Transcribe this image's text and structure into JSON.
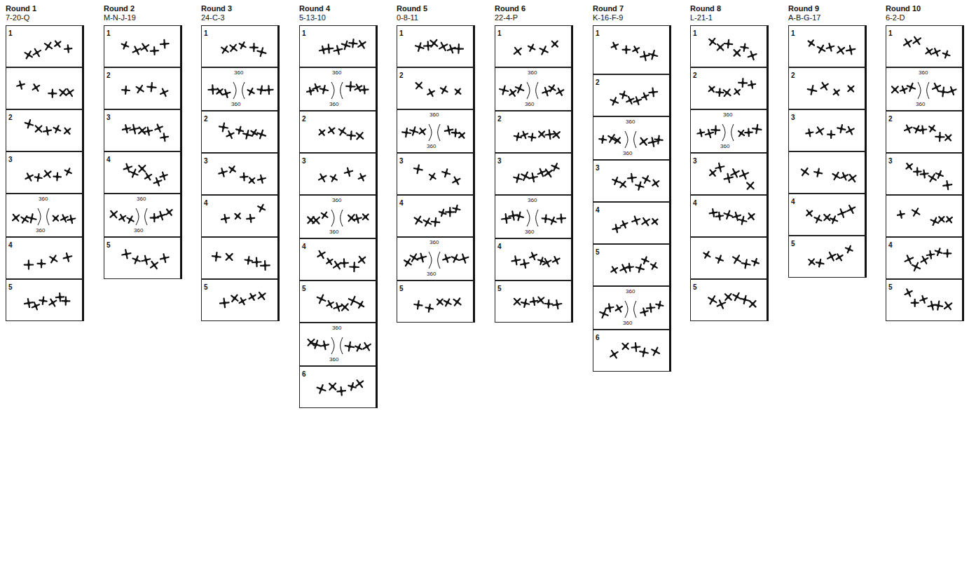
{
  "diagram": {
    "nodes": [
      {
        "text": [
          "1"
        ]
      },
      {
        "text": [
          "2"
        ]
      },
      {
        "text": [
          "3"
        ]
      },
      {
        "text": [
          "4"
        ]
      },
      {
        "text": [
          "5"
        ]
      },
      {
        "text": [
          "1"
        ]
      },
      {
        "text": [
          "2"
        ]
      },
      {
        "text": [
          "3"
        ]
      },
      {
        "text": [
          "4"
        ]
      },
      {
        "text": [
          "5"
        ]
      },
      {
        "text": [
          "1"
        ]
      },
      {
        "text": [
          "2"
        ]
      },
      {
        "text": [
          "3"
        ]
      },
      {
        "text": [
          "4"
        ]
      },
      {
        "text": [
          "5"
        ]
      },
      {
        "text": [
          "1"
        ]
      },
      {
        "text": [
          "2"
        ]
      },
      {
        "text": [
          "3"
        ]
      },
      {
        "text": [
          "4"
        ]
      },
      {
        "text": [
          "5"
        ]
      },
      {
        "text": [
          "6"
        ]
      },
      {
        "text": [
          "1"
        ]
      },
      {
        "text": [
          "2"
        ]
      },
      {
        "text": [
          "3"
        ]
      },
      {
        "text": [
          "4"
        ]
      },
      {
        "text": [
          "5"
        ]
      },
      {
        "text": [
          "1"
        ]
      },
      {
        "text": [
          "2"
        ]
      },
      {
        "text": [
          "3"
        ]
      },
      {
        "text": [
          "4"
        ]
      },
      {
        "text": [
          "5"
        ]
      },
      {
        "text": [
          "1"
        ]
      },
      {
        "text": [
          "2"
        ]
      },
      {
        "text": [
          "3"
        ]
      },
      {
        "text": [
          "4"
        ]
      },
      {
        "text": [
          "5"
        ]
      },
      {
        "text": [
          "6"
        ]
      },
      {
        "text": [
          "1"
        ]
      },
      {
        "text": [
          "2"
        ]
      },
      {
        "text": [
          "3"
        ]
      },
      {
        "text": [
          "4"
        ]
      },
      {
        "text": [
          "5"
        ]
      },
      {
        "text": [
          "1"
        ]
      },
      {
        "text": [
          "2"
        ]
      },
      {
        "text": [
          "3"
        ]
      },
      {
        "text": [
          "4"
        ]
      },
      {
        "text": [
          "5"
        ]
      },
      {
        "text": [
          "1"
        ]
      },
      {
        "text": [
          "2"
        ]
      },
      {
        "text": [
          "3"
        ]
      },
      {
        "text": [
          "4"
        ]
      },
      {
        "text": [
          "5"
        ]
      }
    ],
    "labels": [
      "Round 1",
      "7-20-Q",
      "Round 2",
      "M-N-J-19",
      "Round 3",
      "24-C-3",
      "Round 4",
      "5-13-10",
      "Round 5",
      "0-8-11",
      "Round 6",
      "22-4-P",
      "Round 7",
      "K-16-F-9",
      "Round 8",
      "L-21-1",
      "Round 9",
      "A-B-G-17",
      "Round 10",
      "6-2-D",
      "360",
      "360",
      "360",
      "360",
      "360",
      "360",
      "360",
      "360",
      "360",
      "360",
      "360",
      "360",
      "360",
      "360",
      "360",
      "360",
      "360",
      "360",
      "360",
      "360",
      "360",
      "360",
      "360",
      "360",
      "360",
      "360",
      "360",
      "360"
    ]
  }
}
